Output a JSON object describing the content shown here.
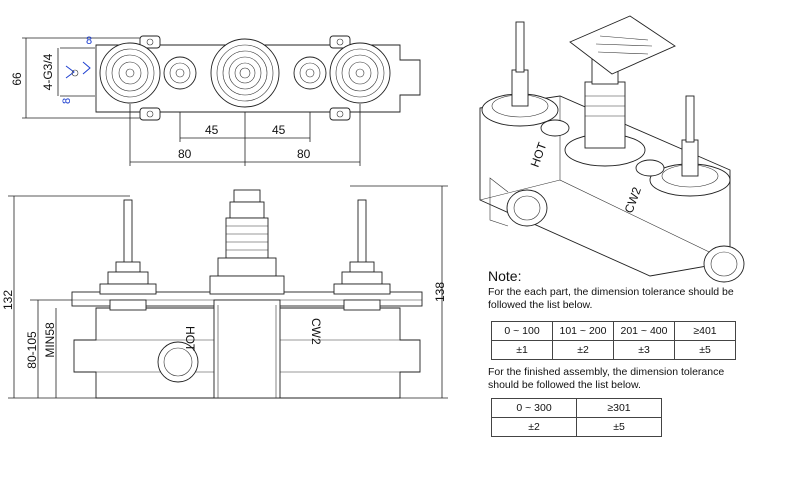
{
  "top_view": {
    "dim_height": "66",
    "dim_thread": "4-G3/4",
    "dim_small_top": "8",
    "dim_small_left": "8",
    "dim_spacing_inner_left": "45",
    "dim_spacing_inner_right": "45",
    "dim_spacing_outer_left": "80",
    "dim_spacing_outer_right": "80"
  },
  "front_view": {
    "dim_total_left": "132",
    "dim_range": "80-105",
    "dim_min": "MIN58",
    "dim_total_right": "138",
    "label_hot": "HOT",
    "label_cw": "CW2"
  },
  "iso_view": {
    "label_hot": "HOT",
    "label_cw": "CW2"
  },
  "note": {
    "title": "Note:",
    "part_text": "For the each part, the dimension tolerance should be followed the list below.",
    "assembly_text": "For the finished assembly, the dimension tolerance should be followed the list below."
  },
  "part_tolerance": {
    "ranges": [
      "0 ~ 100",
      "101 ~ 200",
      "201 ~ 400",
      "≥401"
    ],
    "values": [
      "±1",
      "±2",
      "±3",
      "±5"
    ]
  },
  "assembly_tolerance": {
    "ranges": [
      "0 ~ 300",
      "≥301"
    ],
    "values": [
      "±2",
      "±5"
    ]
  }
}
